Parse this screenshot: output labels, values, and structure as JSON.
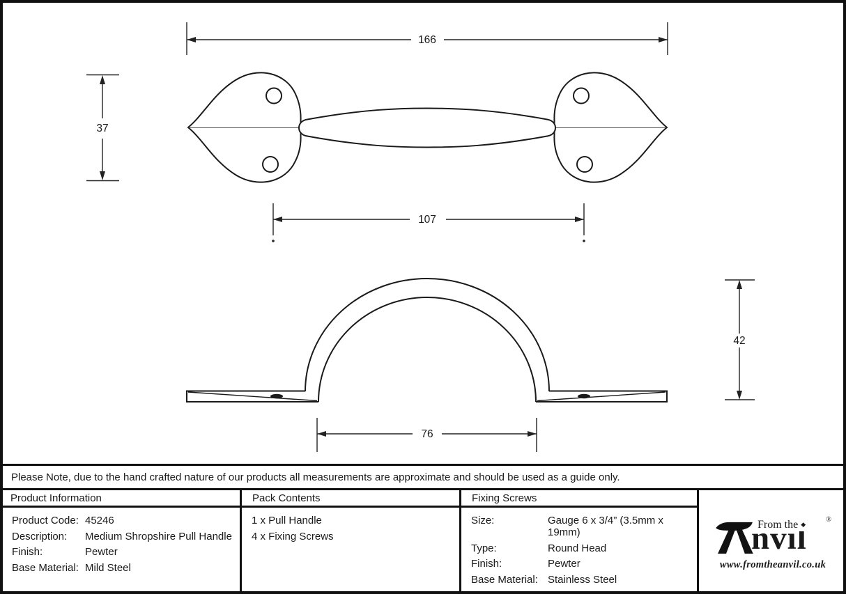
{
  "drawing": {
    "dims": {
      "overall_length": "166",
      "end_plate_height": "37",
      "hole_spacing": "107",
      "handle_projection": "42",
      "inner_foot_spacing": "76"
    }
  },
  "note": {
    "text": "Please Note, due to the hand crafted nature of our products all measurements are approximate and should be used as a guide only."
  },
  "table": {
    "product_information": {
      "header": "Product Information",
      "rows": [
        {
          "label": "Product Code:",
          "value": "45246"
        },
        {
          "label": "Description:",
          "value": "Medium Shropshire Pull Handle"
        },
        {
          "label": "Finish:",
          "value": "Pewter"
        },
        {
          "label": "Base Material:",
          "value": "Mild Steel"
        }
      ]
    },
    "pack_contents": {
      "header": "Pack Contents",
      "items": [
        "1 x Pull Handle",
        "4 x Fixing Screws"
      ]
    },
    "fixing_screws": {
      "header": "Fixing Screws",
      "rows": [
        {
          "label": "Size:",
          "value": "Gauge 6 x 3/4” (3.5mm x 19mm)"
        },
        {
          "label": "Type:",
          "value": "Round Head"
        },
        {
          "label": "Finish:",
          "value": "Pewter"
        },
        {
          "label": "Base Material:",
          "value": "Stainless Steel"
        }
      ]
    }
  },
  "logo": {
    "from_the": "From the",
    "diamond": "◆",
    "brand_rest": "nvil",
    "registered": "®",
    "url": "www.fromtheanvil.co.uk"
  },
  "colors": {
    "line": "#1a1a1a",
    "dim_line": "#222222",
    "background": "#ffffff"
  }
}
